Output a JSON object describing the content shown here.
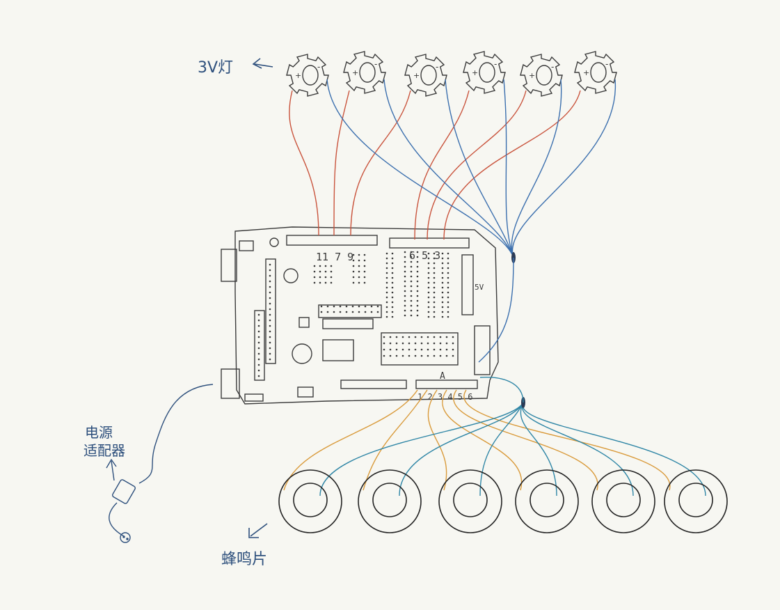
{
  "colors": {
    "paper": "#f7f7f2",
    "pencil": "#3a3a3a",
    "red_wire": "#c9533c",
    "blue_wire": "#3b6fae",
    "orange_wire": "#d99a3a",
    "teal_wire": "#2f86a6",
    "ink": "#2d4f7c"
  },
  "labels": {
    "lamp": "3V灯",
    "adapter_line1": "电源",
    "adapter_line2": "适配器",
    "buzzer": "蜂鸣片",
    "board_voltage": "5V"
  },
  "pins": {
    "lamp_group_left": "11 7 9",
    "lamp_group_right": "6 5   3",
    "analog_header_mark": "A",
    "buzzer_pins": "1 2 3 4 5 6"
  },
  "lamp_polarity": {
    "plus": "+",
    "minus": "-"
  },
  "components": {
    "lamps": [
      {
        "name": "lamp-1"
      },
      {
        "name": "lamp-2"
      },
      {
        "name": "lamp-3"
      },
      {
        "name": "lamp-4"
      },
      {
        "name": "lamp-5"
      },
      {
        "name": "lamp-6"
      }
    ],
    "buzzers": [
      {
        "name": "buzzer-1"
      },
      {
        "name": "buzzer-2"
      },
      {
        "name": "buzzer-3"
      },
      {
        "name": "buzzer-4"
      },
      {
        "name": "buzzer-5"
      },
      {
        "name": "buzzer-6"
      }
    ]
  },
  "icons": [
    "arrow-left-icon",
    "arrow-up-icon",
    "plug-icon"
  ]
}
